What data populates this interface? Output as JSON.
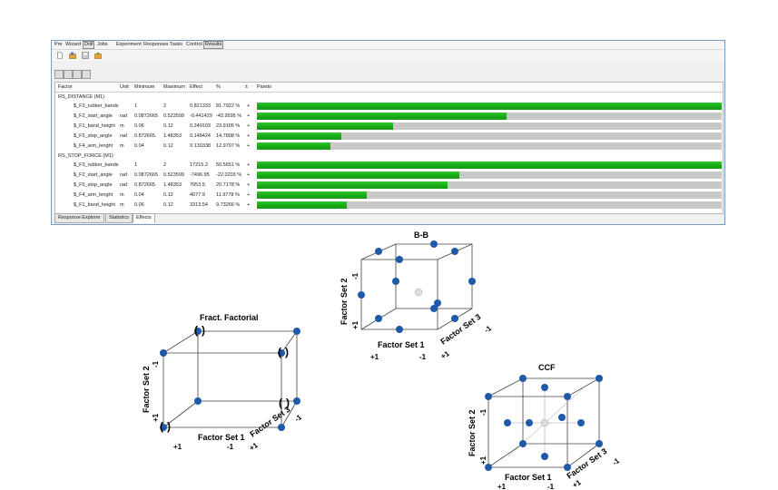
{
  "menu": [
    "Pre",
    "Wizard",
    "Doll",
    "Jobs",
    "Experiment",
    "Responses",
    "Tasks",
    "Control",
    "Results"
  ],
  "columns": {
    "factor": "Factor",
    "unit": "Unit",
    "min": "Minimum",
    "max": "Maximum",
    "effect": "Effect",
    "pct": "%",
    "pm": "±",
    "pareto": "Pareto"
  },
  "groups": [
    {
      "name": "RS_DISTANCE (M1)",
      "rows": [
        {
          "factor": "$_F3_rubber_bands",
          "unit": "",
          "min": "1",
          "max": "2",
          "effect": "0.821333",
          "pct": "81.7922 %",
          "pm": "+",
          "pareto": 0.817922
        },
        {
          "factor": "$_F2_start_angle",
          "unit": "rad",
          "min": "0.0872665",
          "max": "0.523599",
          "effect": "-0.441429",
          "pct": "-43.9595 %",
          "pm": "+",
          "pareto": 0.439595
        },
        {
          "factor": "$_F1_band_height",
          "unit": "m",
          "min": "0.06",
          "max": "0.12",
          "effect": "0.240103",
          "pct": "23.9105 %",
          "pm": "+",
          "pareto": 0.239105
        },
        {
          "factor": "$_F5_stop_angle",
          "unit": "rad",
          "min": "0.872665",
          "max": "1.48353",
          "effect": "0.148424",
          "pct": "14.7808 %",
          "pm": "+",
          "pareto": 0.147808
        },
        {
          "factor": "$_F4_arm_lenght",
          "unit": "m",
          "min": "0.04",
          "max": "0.12",
          "effect": "0.130338",
          "pct": "12.9797 %",
          "pm": "+",
          "pareto": 0.129797
        }
      ]
    },
    {
      "name": "RS_STOP_FORCE (M1)",
      "rows": [
        {
          "factor": "$_F3_rubber_bands",
          "unit": "",
          "min": "1",
          "max": "2",
          "effect": "17215.2",
          "pct": "50.5651 %",
          "pm": "+",
          "pareto": 0.505651
        },
        {
          "factor": "$_F2_start_angle",
          "unit": "rad",
          "min": "0.0872665",
          "max": "0.523599",
          "effect": "-7496.95",
          "pct": "-22.0203 %",
          "pm": "+",
          "pareto": 0.220203
        },
        {
          "factor": "$_F5_stop_angle",
          "unit": "rad",
          "min": "0.872665",
          "max": "1.48353",
          "effect": "7053.5",
          "pct": "20.7178 %",
          "pm": "+",
          "pareto": 0.207178
        },
        {
          "factor": "$_F4_arm_lenght",
          "unit": "m",
          "min": "0.04",
          "max": "0.12",
          "effect": "4077.9",
          "pct": "11.9778 %",
          "pm": "+",
          "pareto": 0.119778
        },
        {
          "factor": "$_F1_band_height",
          "unit": "m",
          "min": "0.06",
          "max": "0.12",
          "effect": "3313.54",
          "pct": "9.73266 %",
          "pm": "+",
          "pareto": 0.0973266
        }
      ]
    }
  ],
  "tabs": [
    "Response Explorer",
    "Statistics",
    "Effects"
  ],
  "designs": {
    "ff": {
      "title": "Fract. Factorial",
      "axis1": "Factor Set 1",
      "axis2": "Factor Set 2",
      "axis3": "Factor Set 3",
      "hi": "+1",
      "lo": "-1"
    },
    "bb": {
      "title": "B-B",
      "axis1": "Factor Set 1",
      "axis2": "Factor Set 2",
      "axis3": "Factor Set 3",
      "hi": "+1",
      "lo": "-1"
    },
    "ccf": {
      "title": "CCF",
      "axis1": "Factor Set 1",
      "axis2": "Factor Set 2",
      "axis3": "Factor Set 3",
      "hi": "+1",
      "lo": "-1"
    }
  }
}
